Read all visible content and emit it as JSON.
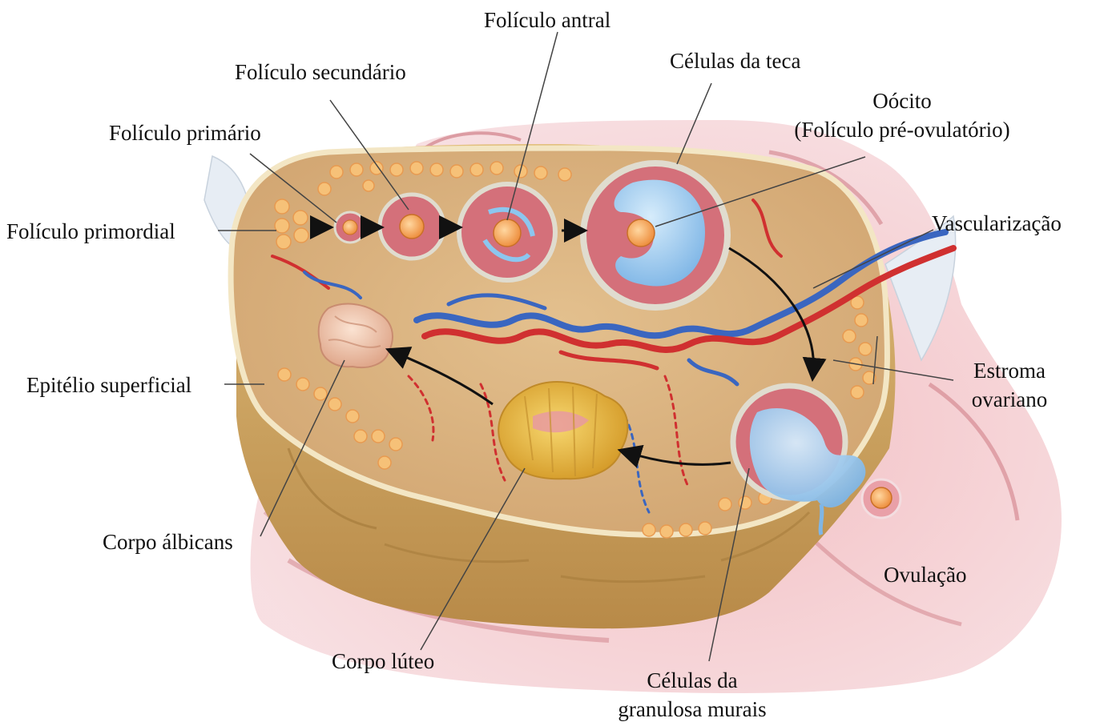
{
  "labels": {
    "foliculo_antral": "Folículo antral",
    "celulas_teca": "Células da teca",
    "foliculo_secundario": "Folículo secundário",
    "oocito_line1": "Oócito",
    "oocito_line2": "(Folículo pré-ovulatório)",
    "foliculo_primario": "Folículo primário",
    "foliculo_primordial": "Folículo primordial",
    "vascularizacao": "Vascularização",
    "epitelio_superficial": "Epitélio superficial",
    "estroma_line1": "Estroma",
    "estroma_line2": "ovariano",
    "corpo_albicans": "Corpo álbicans",
    "ovulacao": "Ovulação",
    "corpo_luteo": "Corpo lúteo",
    "granulosa_line1": "Células da",
    "granulosa_line2": "granulosa murais"
  },
  "colors": {
    "stroma": "#d9b27e",
    "ovary_side": "#c9a060",
    "surface_epithelium": "#f3e6c4",
    "background_tissue": "#e9a4aa",
    "granulosa": "#d4707a",
    "antrum": "#a8d4f0",
    "oocyte": "#f2a050",
    "corpus_luteum": "#e8b840",
    "corpus_albicans": "#efc2a8",
    "artery": "#d03030",
    "vein": "#3a66c0"
  }
}
